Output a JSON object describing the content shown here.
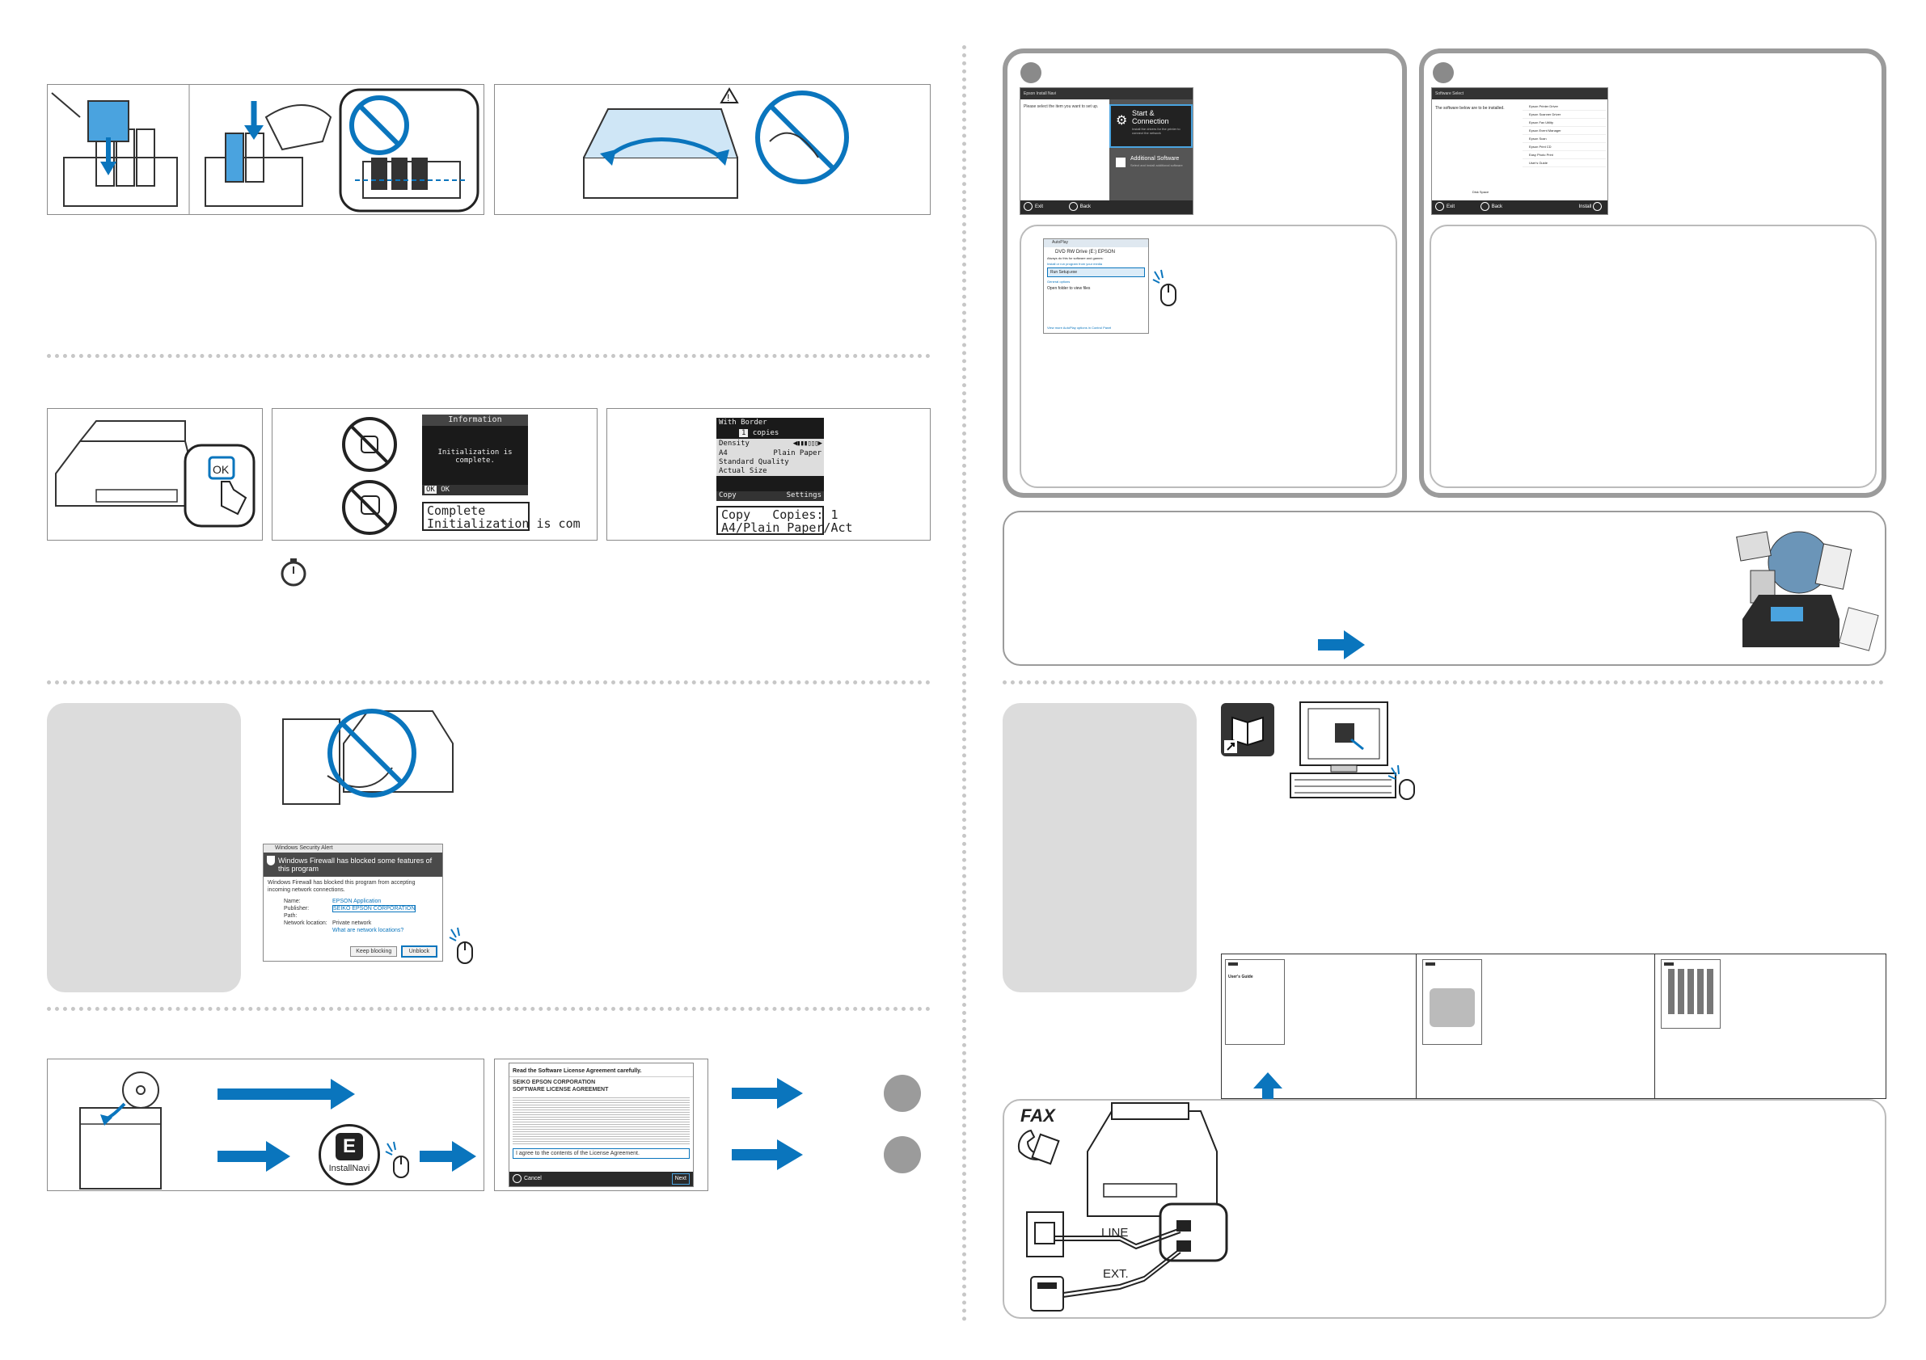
{
  "install_nav": {
    "title": "Epson Install Navi",
    "prompt": "Please select the item you want to set up.",
    "start_label": "Start &",
    "start_label2": "Connection",
    "start_desc": "Install the drivers for the printer to connect the network",
    "additional_label": "Additional Software",
    "additional_desc": "Select and install additional software",
    "exit_label": "Exit",
    "back_label": "Back"
  },
  "software_select": {
    "header": "Software Select",
    "desc": "The software below are to be installed.",
    "items": [
      "Epson Printer Driver",
      "Epson Scanner Driver",
      "Epson Fax Utility",
      "Epson Event Manager",
      "Epson Scan",
      "Epson Print CD",
      "Easy Photo Print",
      "User's Guide"
    ],
    "space_label": "Disk Space",
    "exit_label": "Exit",
    "back_label": "Back",
    "install_label": "Install"
  },
  "autoplay": {
    "title": "AutoPlay",
    "drive": "DVD RW Drive (E:) EPSON",
    "always_label": "Always do this for software and games:",
    "install_label": "Install or run program from your media",
    "run_item": "Run Setup.exe",
    "general_label": "General options",
    "open_item": "Open folder to view files",
    "footer_link": "View more AutoPlay options in Control Panel"
  },
  "lcd_info": {
    "title": "Information",
    "message": "Initialization is complete.",
    "ok": "OK",
    "ok_label": "OK"
  },
  "lcd_init_mono": "Complete\nInitialization is com",
  "lcd_copy": {
    "title": "With Border",
    "copies_value": "1",
    "copies_label": "copies",
    "density_label": "Density",
    "paper_size": "A4",
    "paper_type": "Plain Paper",
    "quality": "Standard Quality",
    "size": "Actual Size",
    "copy_label": "Copy",
    "settings_label": "Settings"
  },
  "lcd_copy_mono": "Copy   Copies: 1\nA4/Plain Paper/Act",
  "firewall": {
    "title": "Windows Security Alert",
    "heading": "Windows Firewall has blocked some features of this program",
    "body": "Windows Firewall has blocked this program from accepting incoming network connections.",
    "name_label": "Name:",
    "name_value": "EPSON Application",
    "publisher_label": "Publisher:",
    "publisher_value": "SEIKO EPSON CORPORATION",
    "path_label": "Path:",
    "network_label": "Network location:",
    "network_value": "Private network",
    "link": "What are network locations?",
    "keep_label": "Keep blocking",
    "unblock_label": "Unblock"
  },
  "license": {
    "header": "Read the Software License Agreement carefully.",
    "company": "SEIKO EPSON CORPORATION",
    "agreement": "SOFTWARE LICENSE AGREEMENT",
    "agree_label": "I agree to the contents of the License Agreement.",
    "cancel_label": "Cancel",
    "next_label": "Next"
  },
  "install_navi_icon": {
    "letter": "E",
    "label": "InstallNavi"
  },
  "fax": {
    "label": "FAX",
    "line": "LINE",
    "ext": "EXT."
  },
  "manuals": {
    "users_guide": "User's Guide"
  },
  "colors": {
    "accent": "#0a75bd",
    "frame_gray": "#9b9b9b",
    "box_gray": "#dcdcdc"
  }
}
